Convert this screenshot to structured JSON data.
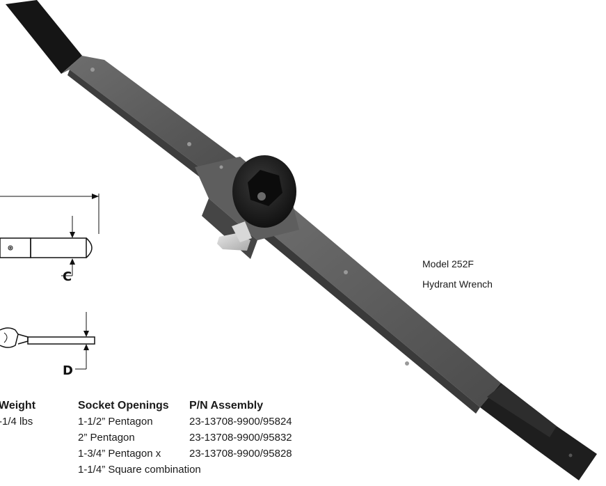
{
  "caption": {
    "model": "Model 252F",
    "product": "Hydrant Wrench"
  },
  "diagram": {
    "letter_c": "C",
    "letter_d": "D"
  },
  "specs": {
    "weight": {
      "header": "Weight",
      "value": "-1/4 lbs"
    },
    "socket": {
      "header": "Socket Openings",
      "rows": [
        "1-1/2” Pentagon",
        "2” Pentagon",
        "1-3/4” Pentagon x",
        "1-1/4” Square combination"
      ]
    },
    "assembly": {
      "header": "P/N Assembly",
      "rows": [
        "23-13708-9900/95824",
        "23-13708-9900/95832",
        "23-13708-9900/95828"
      ]
    }
  },
  "colors": {
    "bar": "#5d5d5d",
    "grip": "#151515",
    "socket": "#1b1b1b",
    "tee": "#cfcfcf",
    "text": "#1a1a1a"
  },
  "icons": [
    "hydrant-wrench-photo",
    "dimension-diagram-c",
    "dimension-diagram-d"
  ]
}
